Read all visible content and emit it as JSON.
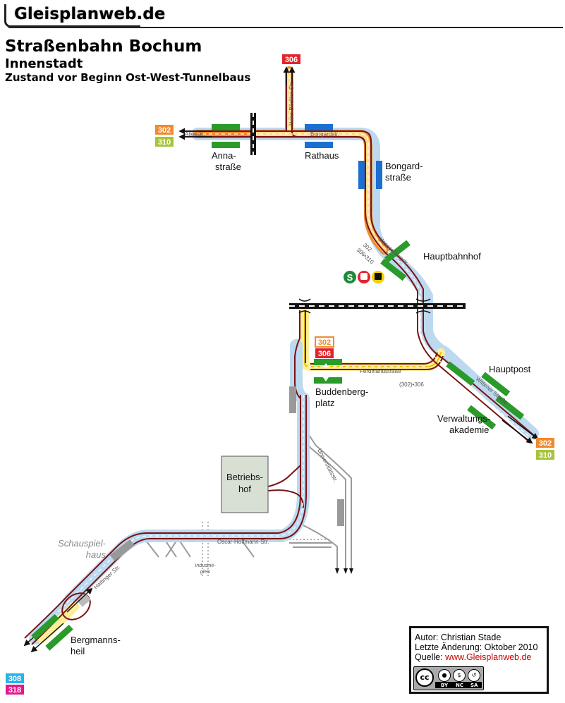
{
  "brand": "Gleisplanweb.de",
  "title": {
    "main": "Straßenbahn Bochum",
    "sub": "Innenstadt",
    "desc": "Zustand vor Beginn Ost-West-Tunnelbaus"
  },
  "stations": {
    "anna_1": "Anna-",
    "anna_2": "straße",
    "rathaus": "Rathaus",
    "bongard_1": "Bongard-",
    "bongard_2": "straße",
    "hbf": "Hauptbahnhof",
    "hauptpost": "Hauptpost",
    "verw_1": "Verwaltungs-",
    "verw_2": "akademie",
    "budd_1": "Buddenberg-",
    "budd_2": "platz",
    "berg_1": "Bergmanns-",
    "berg_2": "heil",
    "depot_1": "Betriebs-",
    "depot_2": "hof",
    "schau_1": "Schauspiel-",
    "schau_2": "haus"
  },
  "streets": {
    "allee": "Alleestr.",
    "bongard": "Bongardstr.",
    "hansb": "Hans-Böckler-Str.",
    "massenberg": "Massenbergstr.",
    "ferdinand": "Ferdinandstraße",
    "wittener": "Wittener Straße",
    "universitaet": "Universitätsstr.",
    "oscar": "Oscar-Hoffmann-Str.",
    "hattinger": "Hattinger Str.",
    "industrie_1": "Industrie-",
    "industrie_2": "gleis"
  },
  "route_notes": {
    "massen_302": "302",
    "massen_306_310": "306•310",
    "ferd_302_306": "(302)•306"
  },
  "routes": {
    "r306_top": "306",
    "r302_west": "302",
    "r310_west": "310",
    "r302_mid": "302",
    "r306_mid": "306",
    "r302_east": "302",
    "r310_east": "310",
    "r308": "308",
    "r318": "318"
  },
  "colors": {
    "line_302": "#f08a2c",
    "line_306": "#e3242b",
    "line_310": "#a6c43c",
    "line_308": "#27b3e8",
    "line_318": "#e0198c",
    "track": "#7a1212",
    "platform": "#2a9a2a",
    "platform_tunnel": "#1a6fd0",
    "gray_track": "#9a9a9a"
  },
  "icons": {
    "sbahn": "S",
    "tram": "tram-icon",
    "bus": "bus-icon"
  },
  "credits": {
    "author": "Autor: Christian Stade",
    "updated": "Letzte Änderung: Oktober 2010",
    "source_label": "Quelle:",
    "source_url": "www.Gleisplanweb.de"
  },
  "license": {
    "cc": "cc",
    "by": "BY",
    "nc": "NC",
    "sa": "SA"
  }
}
